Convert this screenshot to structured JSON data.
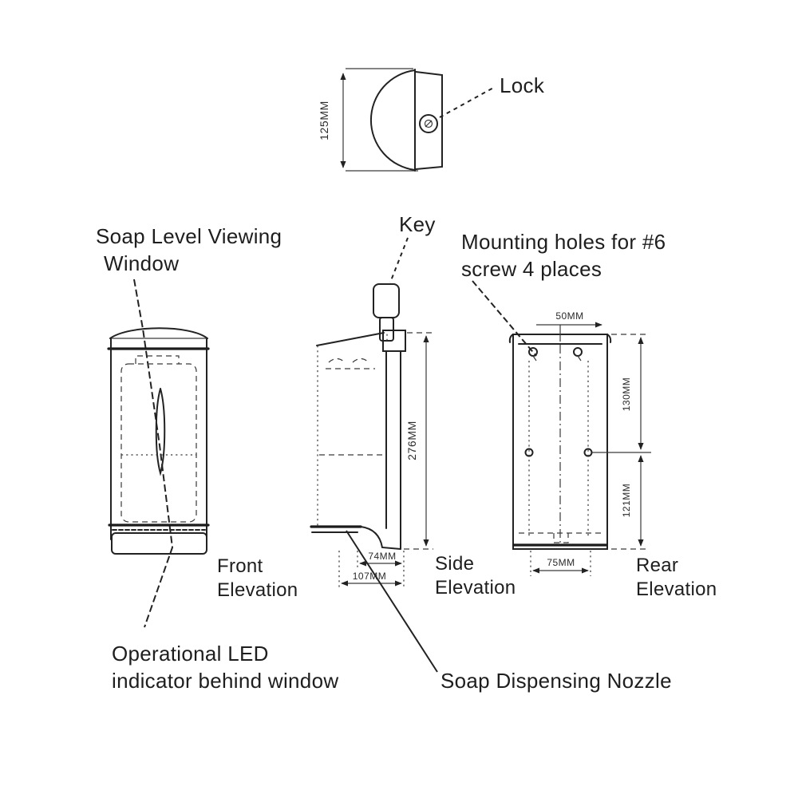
{
  "drawing_title": "Soap dispenser technical drawing",
  "colors": {
    "ink": "#1e1e1e",
    "background": "#ffffff"
  },
  "labels": {
    "lock": "Lock",
    "key": "Key",
    "soap_level_1": "Soap Level Viewing",
    "soap_level_2": "Window",
    "mounting_1": "Mounting holes for #6",
    "mounting_2": "screw 4 places",
    "led_1": "Operational LED",
    "led_2": "indicator behind window",
    "nozzle": "Soap Dispensing Nozzle",
    "front_1": "Front",
    "front_2": "Elevation",
    "side_1": "Side",
    "side_2": "Elevation",
    "rear_1": "Rear",
    "rear_2": "Elevation"
  },
  "dimensions": {
    "top_height": "125MM",
    "side_height": "276MM",
    "nozzle_depth": "74MM",
    "body_depth": "107MM",
    "rear_top": "50MM",
    "rear_upper": "130MM",
    "rear_lower": "121MM",
    "rear_bottom": "75MM"
  }
}
